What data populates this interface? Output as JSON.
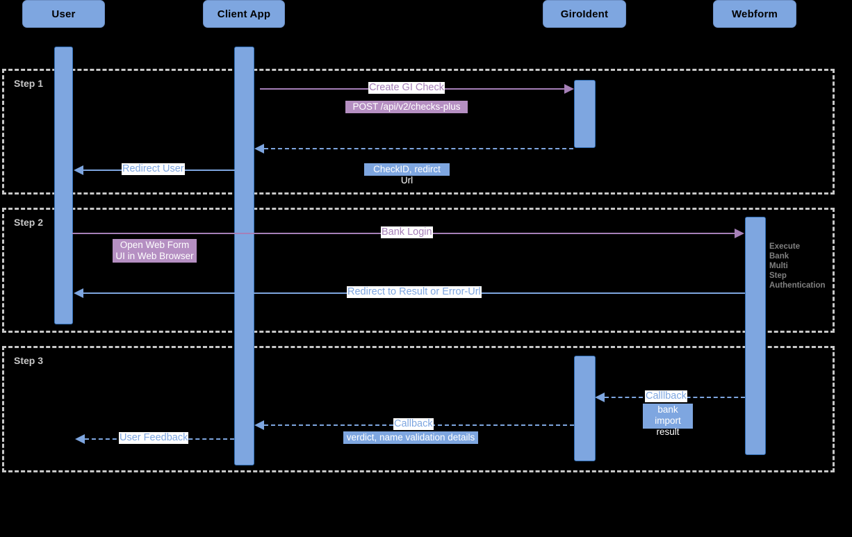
{
  "diagram": {
    "title": "GiroIdent sequence diagram",
    "background": "#000000",
    "colors": {
      "actor_fill": "#7EA6E0",
      "activation_fill": "#7EA6E0",
      "activation_stroke": "#2F6DB5",
      "purple_message": "#A680B8",
      "blue_message": "#7EA6E0",
      "purple_note": "#B58FC2",
      "blue_note": "#7EA6E0",
      "frame_dash": "#C8C8C8",
      "frame_label": "#C8C8C8",
      "side_note": "#808080"
    }
  },
  "participants": [
    {
      "id": "user",
      "label": "User"
    },
    {
      "id": "client_app",
      "label": "Client App"
    },
    {
      "id": "giroident",
      "label": "GiroIdent"
    },
    {
      "id": "webform",
      "label": "Webform"
    }
  ],
  "frames": [
    {
      "id": "step1",
      "label": "Step 1"
    },
    {
      "id": "step2",
      "label": "Step 2"
    },
    {
      "id": "step3",
      "label": "Step 3"
    }
  ],
  "messages": [
    {
      "id": "m1",
      "label": "Create GI Check",
      "style": "purple",
      "line": "solid",
      "dir": "right"
    },
    {
      "id": "m2",
      "label": "",
      "style": "blue",
      "line": "dashed",
      "dir": "left"
    },
    {
      "id": "m3",
      "label": "Redirect User",
      "style": "blue",
      "line": "solid",
      "dir": "left"
    },
    {
      "id": "m4",
      "label": "Bank Login",
      "style": "purple",
      "line": "solid",
      "dir": "right"
    },
    {
      "id": "m5",
      "label": "Redirect to Result or Error-Url",
      "style": "blue",
      "line": "solid",
      "dir": "left"
    },
    {
      "id": "m6",
      "label": "Calllback",
      "style": "blue",
      "line": "dashed",
      "dir": "left"
    },
    {
      "id": "m7",
      "label": "Callback",
      "style": "blue",
      "line": "dashed",
      "dir": "left"
    },
    {
      "id": "m8",
      "label": "User Feedback",
      "style": "blue",
      "line": "dashed",
      "dir": "left"
    }
  ],
  "notes": [
    {
      "id": "n1",
      "text": "POST /api/v2/checks-plus",
      "style": "purple"
    },
    {
      "id": "n2",
      "text": "CheckID, redirct Url",
      "style": "blue"
    },
    {
      "id": "n3",
      "text": "Open Web Form\nUI in Web Browser",
      "style": "purple"
    },
    {
      "id": "n4",
      "text": "bank import\nresult",
      "style": "blue"
    },
    {
      "id": "n5",
      "text": "verdict, name validation details",
      "style": "blue"
    }
  ],
  "side_notes": [
    {
      "id": "s1",
      "text": "Execute\nBank\nMulti\nStep\nAuthentication"
    }
  ]
}
